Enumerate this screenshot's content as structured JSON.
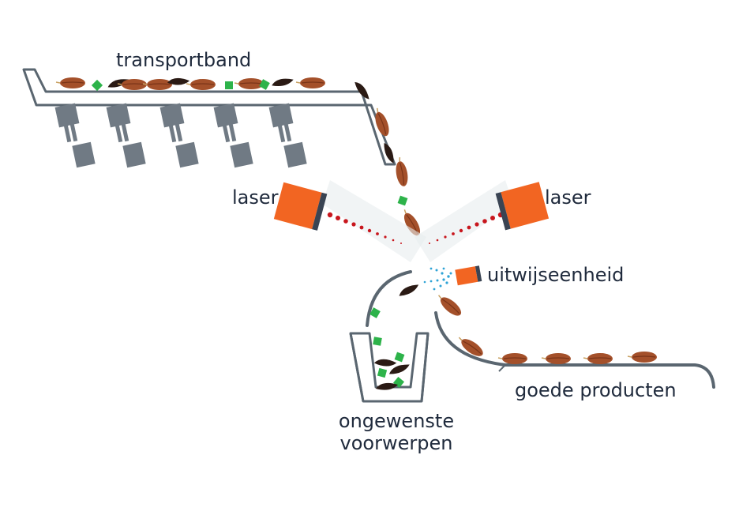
{
  "labels": {
    "conveyor": "transportband",
    "laser_left": "laser",
    "laser_right": "laser",
    "ejector": "uitwijseenheid",
    "good_products": "goede producten",
    "rejects_line1": "ongewenste",
    "rejects_line2": "voorwerpen"
  },
  "colors": {
    "line": "#5a6670",
    "actuator": "#707a84",
    "laser_body": "#f26522",
    "laser_cap": "#3a4453",
    "beam_dot": "#c8161d",
    "air_jet": "#2ea3d6",
    "good_product": "#a4502a",
    "dark_object": "#2a1a14",
    "foreign_object": "#2db34a",
    "text": "#1f2a3c"
  }
}
